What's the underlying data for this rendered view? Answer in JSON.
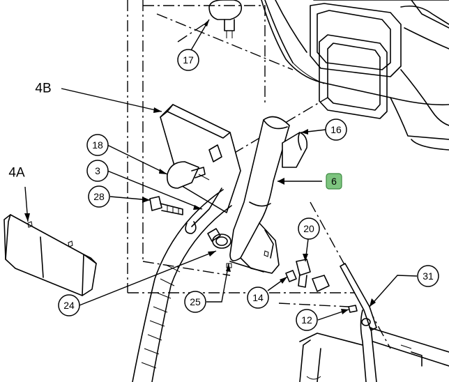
{
  "callouts": {
    "c17": "17",
    "c4B": "4B",
    "c16": "16",
    "c18": "18",
    "c6": "6",
    "c3": "3",
    "c4A": "4A",
    "c28": "28",
    "c20": "20",
    "c31": "31",
    "c25": "25",
    "c14": "14",
    "c12": "12",
    "c24": "24"
  },
  "colors": {
    "highlight": "#7dc47f",
    "line": "#000000",
    "background": "#ffffff"
  }
}
